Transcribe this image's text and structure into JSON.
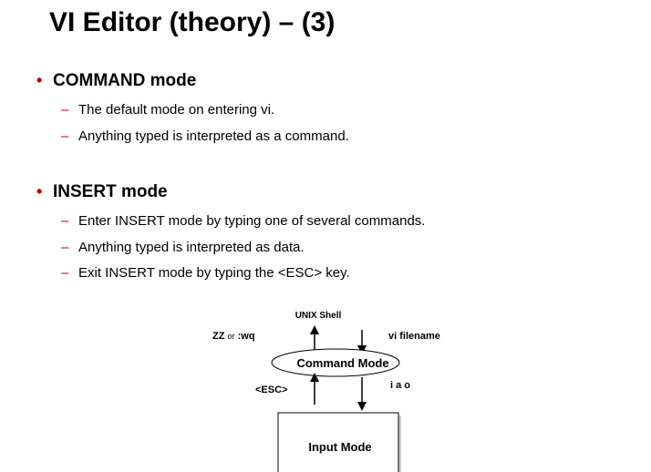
{
  "slide": {
    "title": "VI Editor (theory) – (3)"
  },
  "sections": [
    {
      "bullet_glyph": "•",
      "heading": "COMMAND mode",
      "items": [
        "The default mode on entering vi.",
        "Anything typed is interpreted as a command."
      ]
    },
    {
      "bullet_glyph": "•",
      "heading": "INSERT mode",
      "items": [
        "Enter INSERT mode by typing one of several commands.",
        "Anything typed is interpreted as data.",
        "Exit INSERT mode by typing the <ESC> key."
      ]
    }
  ],
  "sub_item_glyph": "–",
  "diagram": {
    "unix_shell": "UNIX Shell",
    "command_mode": "Command Mode",
    "input_mode": "Input Mode",
    "exit_cmd_main": "ZZ",
    "exit_cmd_or": "or",
    "exit_cmd_alt": ":wq",
    "enter_cmd": "vi  filename",
    "esc_label": "<ESC>",
    "insert_keys": "i   a   o"
  },
  "colors": {
    "bullet": "#c00000",
    "text": "#000000",
    "background": "#ffffff"
  }
}
